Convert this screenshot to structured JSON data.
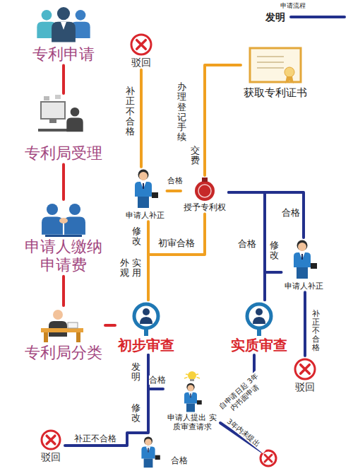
{
  "diagram": {
    "nodes": [
      {
        "text": [
          "专利申请"
        ]
      },
      {
        "text": [
          "专利局受理"
        ]
      },
      {
        "text": [
          "申请人缴纳 申请费"
        ]
      },
      {
        "text": [
          "专利局分类"
        ]
      },
      {
        "text": [
          "驳回"
        ]
      },
      {
        "text": [
          "获取专利证书"
        ]
      },
      {
        "text": [
          "申请人补正"
        ]
      },
      {
        "text": [
          "授予专利权"
        ]
      },
      {
        "text": [
          "申请人补正"
        ]
      },
      {
        "text": [
          "初步审查"
        ]
      },
      {
        "text": [
          "实质审查"
        ]
      },
      {
        "text": [
          "驳回"
        ]
      },
      {
        "text": [
          "申请人提出 实质审查请求"
        ]
      },
      {
        "text": [
          "驳回"
        ]
      }
    ],
    "edges": [
      {
        "from": 0,
        "to": 1,
        "arrow": "none"
      },
      {
        "from": 1,
        "to": 2,
        "arrow": "none"
      },
      {
        "from": 2,
        "to": 3,
        "arrow": "none"
      },
      {
        "from": 3,
        "to": 9,
        "arrow": "none"
      },
      {
        "from": 6,
        "to": 4,
        "label": "补正不合格",
        "arrow": "none"
      },
      {
        "from": 6,
        "to": 7,
        "label": "合格",
        "arrow": "none"
      },
      {
        "from": 9,
        "to": 6,
        "label": "修改",
        "arrow": "none"
      },
      {
        "from": 9,
        "to": 7,
        "label": "初审合格",
        "arrow": "none"
      },
      {
        "from": 7,
        "to": 5,
        "label": "办理登记手续",
        "arrow": "none"
      },
      {
        "from": 10,
        "to": 7,
        "label": "合格",
        "arrow": "none"
      },
      {
        "from": 10,
        "to": 8,
        "label": "修改",
        "arrow": "none"
      },
      {
        "from": 8,
        "to": 7,
        "label": "合格",
        "arrow": "none"
      },
      {
        "from": 8,
        "to": 11,
        "label": "补正不合格",
        "arrow": "none"
      },
      {
        "from": 9,
        "to": 12,
        "label": "合格",
        "arrow": "none"
      },
      {
        "from": 9,
        "to": 13,
        "label": "补正不合格",
        "arrow": "none"
      },
      {
        "from": 12,
        "to": 10,
        "label": "自申请日起 3年内书面申请",
        "arrow": "none"
      }
    ],
    "labels": [
      "申请流程",
      "外观",
      "实用",
      "交费",
      "发明",
      "修改",
      "合格",
      "3年内未提出"
    ],
    "legend": [
      {
        "text": "发明"
      }
    ]
  }
}
